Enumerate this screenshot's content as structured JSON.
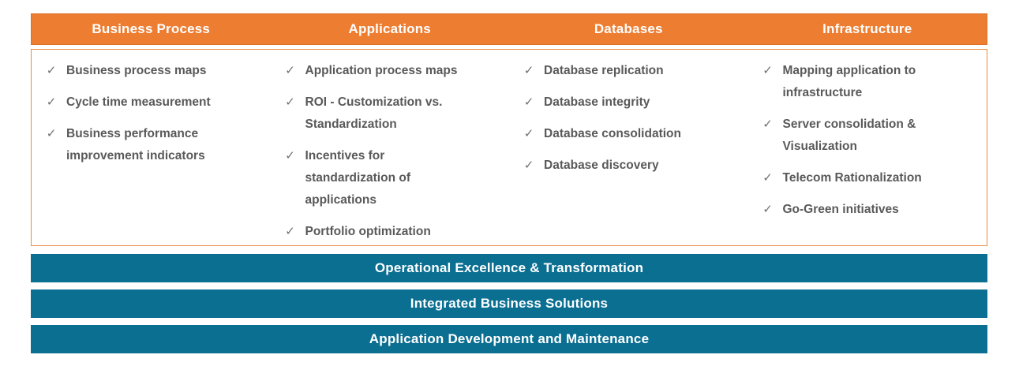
{
  "palette": {
    "orange": "#ED7D31",
    "orange_edge": "#DD6F26",
    "box_border": "#EC8B43",
    "teal": "#0B6F92",
    "item_text": "#595959",
    "check": "#707070",
    "header_text": "#FFFFFF"
  },
  "icons": {
    "check": "✓"
  },
  "columns": [
    {
      "title": "Business Process",
      "items": [
        "Business process maps",
        "Cycle time measurement",
        "Business performance improvement indicators"
      ]
    },
    {
      "title": "Applications",
      "items": [
        "Application process maps",
        "ROI - Customization vs. Standardization",
        "Incentives for standardization of applications",
        "Portfolio optimization"
      ]
    },
    {
      "title": "Databases",
      "items": [
        "Database replication",
        "Database integrity",
        "Database consolidation",
        "Database discovery"
      ]
    },
    {
      "title": "Infrastructure",
      "items": [
        "Mapping application to infrastructure",
        "Server consolidation & Visualization",
        "Telecom Rationalization",
        "Go-Green initiatives"
      ]
    }
  ],
  "banners": [
    "Operational Excellence & Transformation",
    "Integrated Business Solutions",
    "Application Development and Maintenance"
  ]
}
